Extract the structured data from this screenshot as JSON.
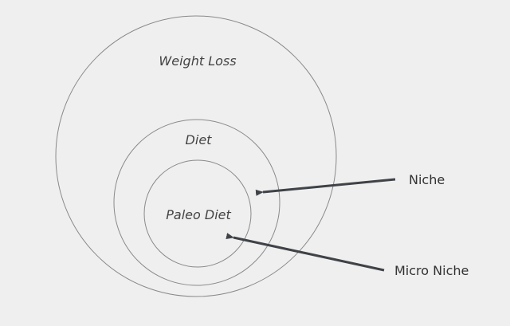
{
  "diagram": {
    "background": "#efefef",
    "circle_stroke": "#8a8a8a",
    "arrow_color": "#3f4347",
    "circles": [
      {
        "id": "weight-loss",
        "label": "Weight Loss"
      },
      {
        "id": "diet",
        "label": "Diet"
      },
      {
        "id": "paleo-diet",
        "label": "Paleo Diet"
      }
    ],
    "callouts": [
      {
        "id": "niche",
        "label": "Niche",
        "points_to": "diet"
      },
      {
        "id": "micro-niche",
        "label": "Micro Niche",
        "points_to": "paleo-diet"
      }
    ]
  }
}
